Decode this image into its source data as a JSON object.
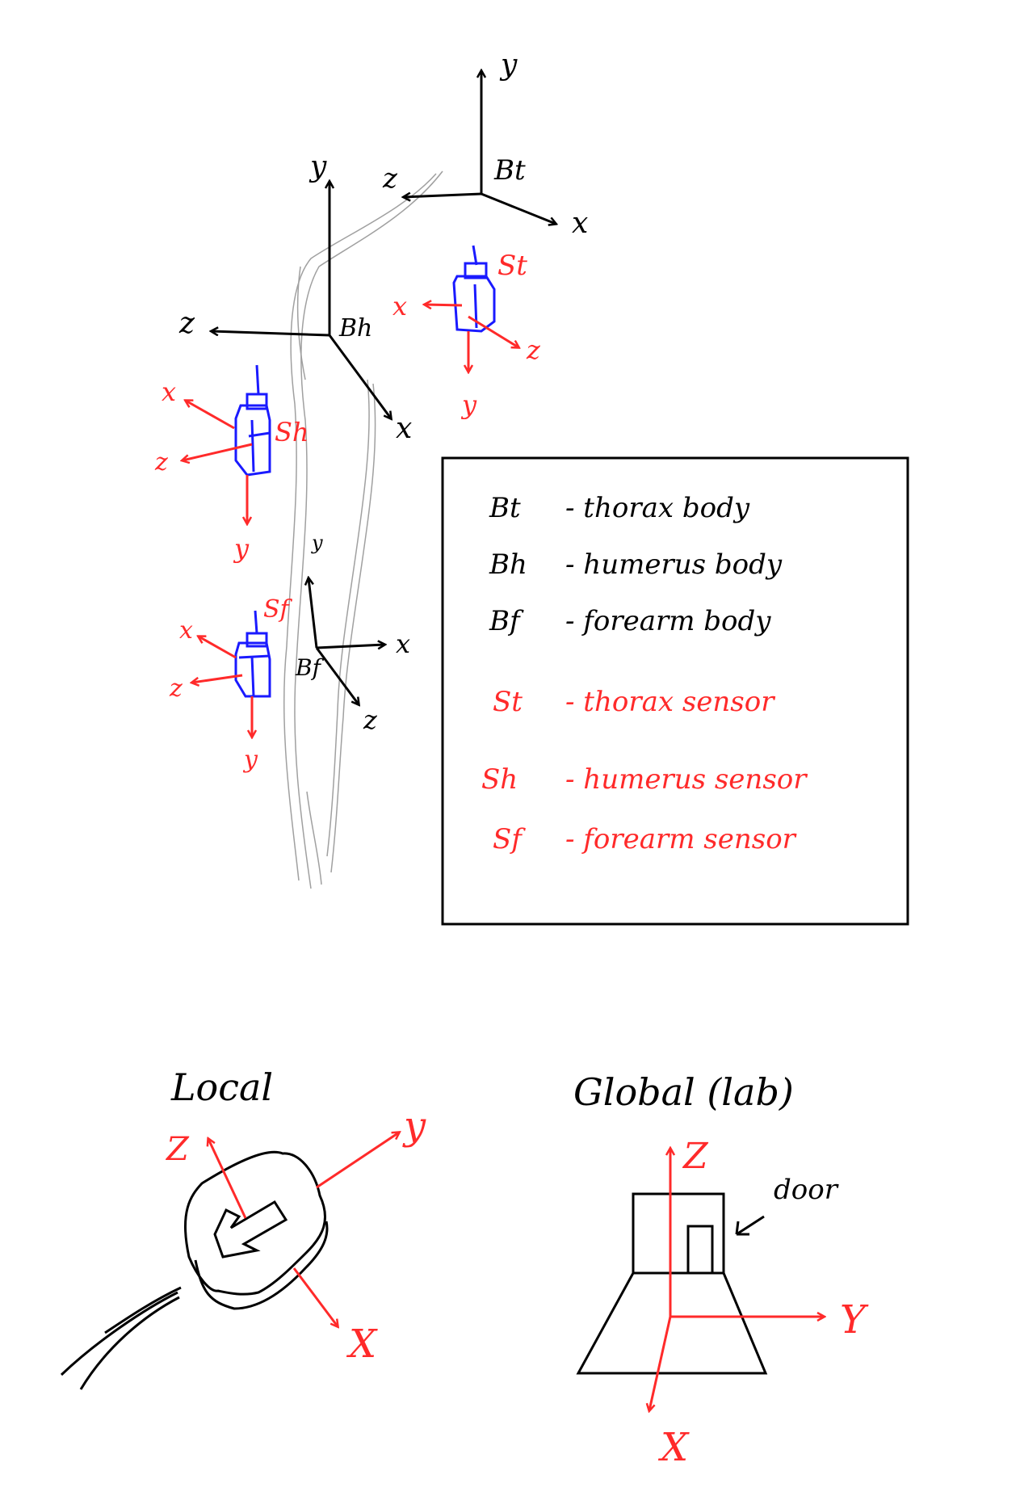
{
  "colors": {
    "ink": "#000000",
    "sensor_axes": "#ff2a2a",
    "sensor_body": "#1a1aff",
    "arm_sketch": "#9a9a9a"
  },
  "frames": {
    "thorax_body": {
      "label": "Bt",
      "x": "x",
      "y": "y",
      "z": "z"
    },
    "humerus_body": {
      "label": "Bh",
      "x": "x",
      "y": "y",
      "z": "z"
    },
    "forearm_body": {
      "label": "Bf",
      "x": "x",
      "y": "y",
      "z": "z"
    },
    "thorax_sensor": {
      "label": "St",
      "x": "x",
      "y": "y",
      "z": "z"
    },
    "humerus_sensor": {
      "label": "Sh",
      "x": "x",
      "y": "y",
      "z": "z"
    },
    "forearm_sensor": {
      "label": "Sf",
      "x": "x",
      "y": "y",
      "z": "z"
    }
  },
  "legend": {
    "rows": [
      {
        "sym": "Bt",
        "text": "- thorax body",
        "color": "black"
      },
      {
        "sym": "Bh",
        "text": "- humerus body",
        "color": "black"
      },
      {
        "sym": "Bf",
        "text": "- forearm body",
        "color": "black"
      },
      {
        "sym": "St",
        "text": "- thorax sensor",
        "color": "red"
      },
      {
        "sym": "Sh",
        "text": "- humerus sensor",
        "color": "red"
      },
      {
        "sym": "Sf",
        "text": "- forearm sensor",
        "color": "red"
      }
    ]
  },
  "local": {
    "title": "Local",
    "z": "Z",
    "y": "y",
    "x": "X"
  },
  "global": {
    "title": "Global (lab)",
    "z": "Z",
    "y": "Y",
    "x": "X",
    "door": "door"
  }
}
